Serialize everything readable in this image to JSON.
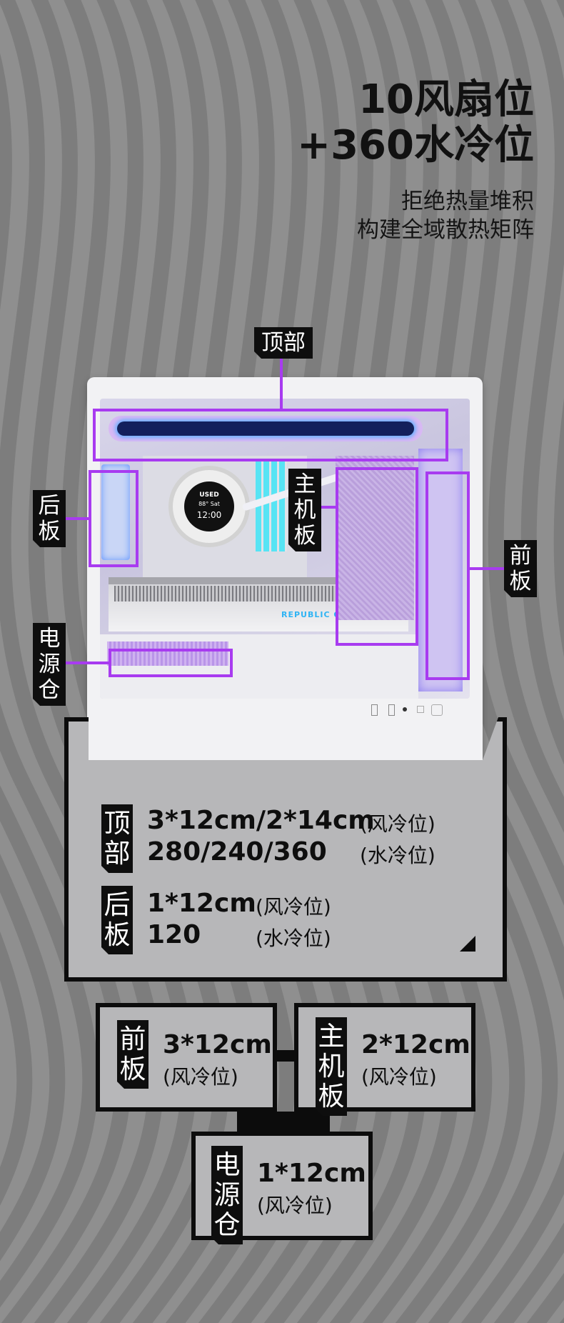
{
  "headline": {
    "line1": "10风扇位",
    "line2": "+360水冷位",
    "sub1": "拒绝热量堆积",
    "sub2": "构建全域散热矩阵"
  },
  "callouts": {
    "top": "顶部",
    "rear": [
      "后",
      "板"
    ],
    "motherboard": [
      "主",
      "机",
      "板"
    ],
    "front": [
      "前",
      "板"
    ],
    "psu": [
      "电",
      "源",
      "仓"
    ]
  },
  "gpu_brand": "REPUBLIC OF GAMERS",
  "cooler_screen": {
    "label": "USED",
    "temp": "88°",
    "day": "Sat",
    "time": "12:00"
  },
  "specs": {
    "top": {
      "tag": [
        "顶",
        "部"
      ],
      "air_value": "3*12cm/2*14cm",
      "air_label": "(风冷位)",
      "water_value": "280/240/360",
      "water_label": "(水冷位)"
    },
    "rear": {
      "tag": [
        "后",
        "板"
      ],
      "air_value": "1*12cm",
      "air_label": "(风冷位)",
      "water_value": "120",
      "water_label": "(水冷位)"
    },
    "front": {
      "tag": [
        "前",
        "板"
      ],
      "value": "3*12cm",
      "label": "(风冷位)"
    },
    "motherboard": {
      "tag": [
        "主",
        "机",
        "板"
      ],
      "value": "2*12cm",
      "label": "(风冷位)"
    },
    "psu": {
      "tag": [
        "电",
        "源",
        "仓"
      ],
      "value": "1*12cm",
      "label": "(风冷位)"
    }
  },
  "colors": {
    "accent": "#a83bf0",
    "background": "#8f8f8f",
    "panel": "#b7b7b9",
    "ink": "#0e0e0e"
  }
}
